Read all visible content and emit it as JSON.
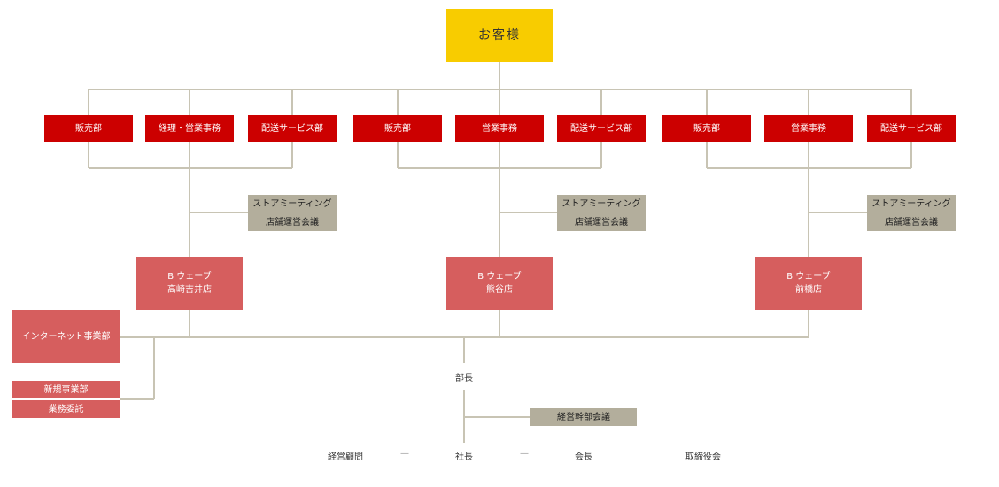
{
  "top": {
    "label": "お客様"
  },
  "depts": [
    {
      "label": "販売部"
    },
    {
      "label": "経理・営業事務"
    },
    {
      "label": "配送サービス部"
    },
    {
      "label": "販売部"
    },
    {
      "label": "営業事務"
    },
    {
      "label": "配送サービス部"
    },
    {
      "label": "販売部"
    },
    {
      "label": "営業事務"
    },
    {
      "label": "配送サービス部"
    }
  ],
  "meetings": [
    {
      "store_meeting": "ストアミーティング",
      "ops_meeting": "店舗運営会議"
    },
    {
      "store_meeting": "ストアミーティング",
      "ops_meeting": "店舗運営会議"
    },
    {
      "store_meeting": "ストアミーティング",
      "ops_meeting": "店舗運営会議"
    }
  ],
  "stores": [
    {
      "brand": "B ウェーブ",
      "name": "高崎吉井店"
    },
    {
      "brand": "B ウェーブ",
      "name": "熊谷店"
    },
    {
      "brand": "B ウェーブ",
      "name": "前橋店"
    }
  ],
  "side_units": {
    "internet": "インターネット事業部",
    "new_business": "新規事業部",
    "outsourcing": "業務委託"
  },
  "management": {
    "bucho": "部長",
    "exec_meeting": "経営幹部会議",
    "advisor": "経営顧問",
    "dash1": "—",
    "president": "社長",
    "dash2": "—",
    "chairman": "会長",
    "board": "取締役会"
  }
}
